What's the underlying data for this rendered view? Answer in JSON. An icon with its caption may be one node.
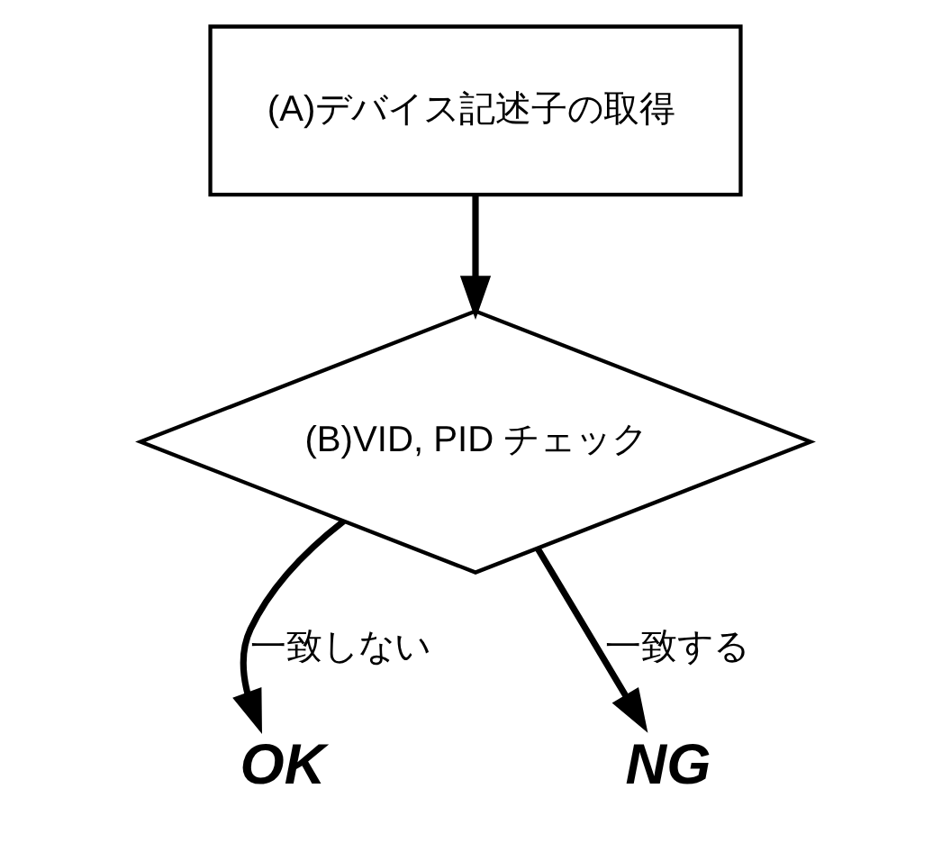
{
  "diagram": {
    "nodes": [
      {
        "text": [
          "(A)デバイス記述子の取得"
        ]
      },
      {
        "text": [
          "(B)VID, PID チェック"
        ]
      },
      {
        "text": [
          "OK"
        ]
      },
      {
        "text": [
          "NG"
        ]
      }
    ],
    "edges": [
      {
        "from": 0,
        "to": 1,
        "arrow": "to"
      },
      {
        "from": 1,
        "to": 2,
        "arrow": "to",
        "label": "一致しない"
      },
      {
        "from": 1,
        "to": 3,
        "arrow": "to",
        "label": "一致する"
      }
    ]
  }
}
